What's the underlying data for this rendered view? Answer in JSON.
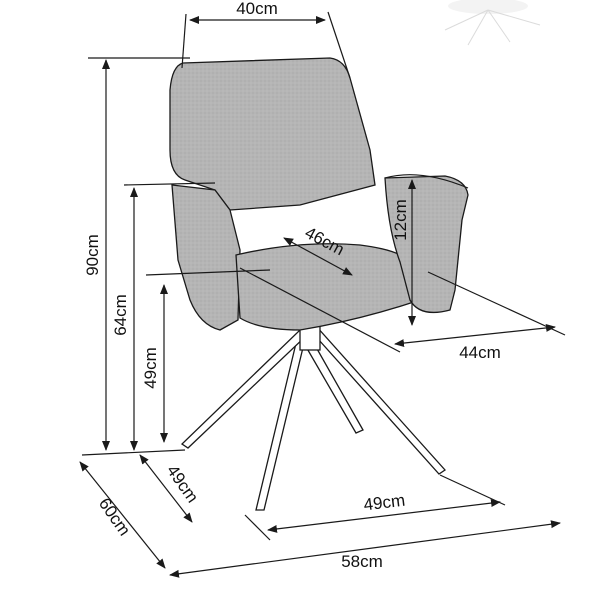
{
  "dimensions": {
    "top_width": "40cm",
    "total_height": "90cm",
    "armrest_height": "64cm",
    "seat_height": "49cm",
    "seat_diagonal": "46cm",
    "armrest_to_seat": "12cm",
    "seat_width": "44cm",
    "base_depth": "49cm",
    "base_width": "49cm",
    "overall_depth": "60cm",
    "overall_width": "58cm"
  },
  "colors": {
    "upholstery": "#b3b3b3",
    "upholstery_dark": "#9a9a9a",
    "line": "#1a1a1a",
    "leg": "#ffffff"
  }
}
